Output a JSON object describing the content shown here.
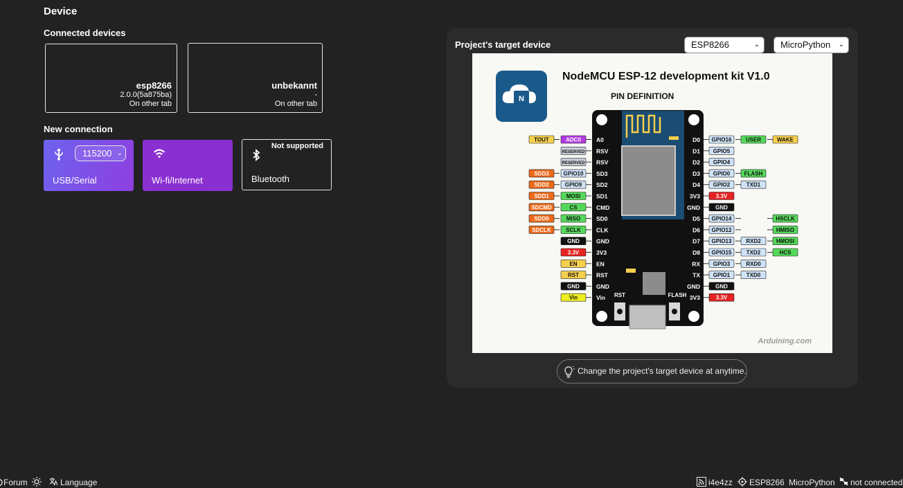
{
  "device_heading": "Device",
  "connected_heading": "Connected devices",
  "connected": [
    {
      "name": "esp8266",
      "version": "2.0.0(5a875ba)",
      "status": "On other tab"
    },
    {
      "name": "unbekannt",
      "version": "-",
      "status": "On other tab"
    }
  ],
  "new_heading": "New connection",
  "connections": {
    "usb": {
      "label": "USB/Serial",
      "baud": "115200"
    },
    "wifi": {
      "label": "Wi-fi/Internet"
    },
    "bt": {
      "label": "Bluetooth",
      "note": "Not supported"
    }
  },
  "target": {
    "title": "Project's target device",
    "device": "ESP8266",
    "firmware": "MicroPython",
    "hint": "Change the project's target device at anytime."
  },
  "board": {
    "title": "NodeMCU ESP-12 development kit V1.0",
    "subtitle": "PIN DEFINITION",
    "credit": "Arduining.com",
    "left_pins": [
      {
        "pin": "A0",
        "tags": [
          [
            "TOUT",
            "#f6d04d"
          ],
          [
            "ADC0",
            "#b03ce0"
          ]
        ]
      },
      {
        "pin": "RSV",
        "tags": [
          [
            "RESERVED",
            "#c9cdd8"
          ]
        ]
      },
      {
        "pin": "RSV",
        "tags": [
          [
            "RESERVED",
            "#c9cdd8"
          ]
        ]
      },
      {
        "pin": "SD3",
        "tags": [
          [
            "SDD3",
            "#ec6a1a"
          ],
          [
            "GPIO10",
            "#cfe2f7"
          ]
        ]
      },
      {
        "pin": "SD2",
        "tags": [
          [
            "SDD2",
            "#ec6a1a"
          ],
          [
            "GPIO9",
            "#cfe2f7"
          ]
        ]
      },
      {
        "pin": "SD1",
        "tags": [
          [
            "SDD1",
            "#ec6a1a"
          ],
          [
            "MOSI",
            "#55d85a"
          ]
        ]
      },
      {
        "pin": "CMD",
        "tags": [
          [
            "SDCMD",
            "#ec6a1a"
          ],
          [
            "CS",
            "#55d85a"
          ]
        ]
      },
      {
        "pin": "SD0",
        "tags": [
          [
            "SDD0",
            "#ec6a1a"
          ],
          [
            "MISO",
            "#55d85a"
          ]
        ]
      },
      {
        "pin": "CLK",
        "tags": [
          [
            "SDCLK",
            "#ec6a1a"
          ],
          [
            "SCLK",
            "#55d85a"
          ]
        ]
      },
      {
        "pin": "GND",
        "tags": [
          [
            "GND",
            "#111111"
          ]
        ]
      },
      {
        "pin": "3V3",
        "tags": [
          [
            "3.3V",
            "#e52222"
          ]
        ]
      },
      {
        "pin": "EN",
        "tags": [
          [
            "EN",
            "#f6d04d"
          ]
        ]
      },
      {
        "pin": "RST",
        "tags": [
          [
            "RST",
            "#f6d04d"
          ]
        ]
      },
      {
        "pin": "GND",
        "tags": [
          [
            "GND",
            "#111111"
          ]
        ]
      },
      {
        "pin": "Vin",
        "tags": [
          [
            "Vin",
            "#eeee22"
          ]
        ]
      }
    ],
    "right_pins": [
      {
        "pin": "D0",
        "tags": [
          [
            "GPIO16",
            "#cfe2f7"
          ],
          [
            "USER",
            "#55d85a"
          ],
          [
            "WAKE",
            "#f6d04d"
          ]
        ]
      },
      {
        "pin": "D1",
        "tags": [
          [
            "GPIO5",
            "#cfe2f7"
          ]
        ]
      },
      {
        "pin": "D2",
        "tags": [
          [
            "GPIO4",
            "#cfe2f7"
          ]
        ]
      },
      {
        "pin": "D3",
        "tags": [
          [
            "GPIO0",
            "#cfe2f7"
          ],
          [
            "FLASH",
            "#55d85a"
          ]
        ]
      },
      {
        "pin": "D4",
        "tags": [
          [
            "GPIO2",
            "#cfe2f7"
          ],
          [
            "TXD1",
            "#cfe2f7"
          ]
        ]
      },
      {
        "pin": "3V3",
        "tags": [
          [
            "3.3V",
            "#e52222"
          ]
        ]
      },
      {
        "pin": "GND",
        "tags": [
          [
            "GND",
            "#111111"
          ]
        ]
      },
      {
        "pin": "D5",
        "tags": [
          [
            "GPIO14",
            "#cfe2f7"
          ],
          [
            "",
            "#ffffff"
          ],
          [
            "HSCLK",
            "#55d85a"
          ]
        ]
      },
      {
        "pin": "D6",
        "tags": [
          [
            "GPIO12",
            "#cfe2f7"
          ],
          [
            "",
            "#ffffff"
          ],
          [
            "HMISO",
            "#55d85a"
          ]
        ]
      },
      {
        "pin": "D7",
        "tags": [
          [
            "GPIO13",
            "#cfe2f7"
          ],
          [
            "RXD2",
            "#cfe2f7"
          ],
          [
            "HMOSI",
            "#55d85a"
          ]
        ]
      },
      {
        "pin": "D8",
        "tags": [
          [
            "GPIO15",
            "#cfe2f7"
          ],
          [
            "TXD2",
            "#cfe2f7"
          ],
          [
            "HCS",
            "#55d85a"
          ]
        ]
      },
      {
        "pin": "RX",
        "tags": [
          [
            "GPIO3",
            "#cfe2f7"
          ],
          [
            "RXD0",
            "#cfe2f7"
          ]
        ]
      },
      {
        "pin": "TX",
        "tags": [
          [
            "GPIO1",
            "#cfe2f7"
          ],
          [
            "TXD0",
            "#cfe2f7"
          ]
        ]
      },
      {
        "pin": "GND",
        "tags": [
          [
            "GND",
            "#111111"
          ]
        ]
      },
      {
        "pin": "3V3",
        "tags": [
          [
            "3.3V",
            "#e52222"
          ]
        ]
      }
    ],
    "rst_label": "RST",
    "flash_label": "FLASH"
  },
  "statusbar": {
    "forum": "Forum",
    "language": "Language",
    "user": "i4e4zz",
    "device": "ESP8266",
    "firmware": "MicroPython",
    "connection": "not connected"
  }
}
